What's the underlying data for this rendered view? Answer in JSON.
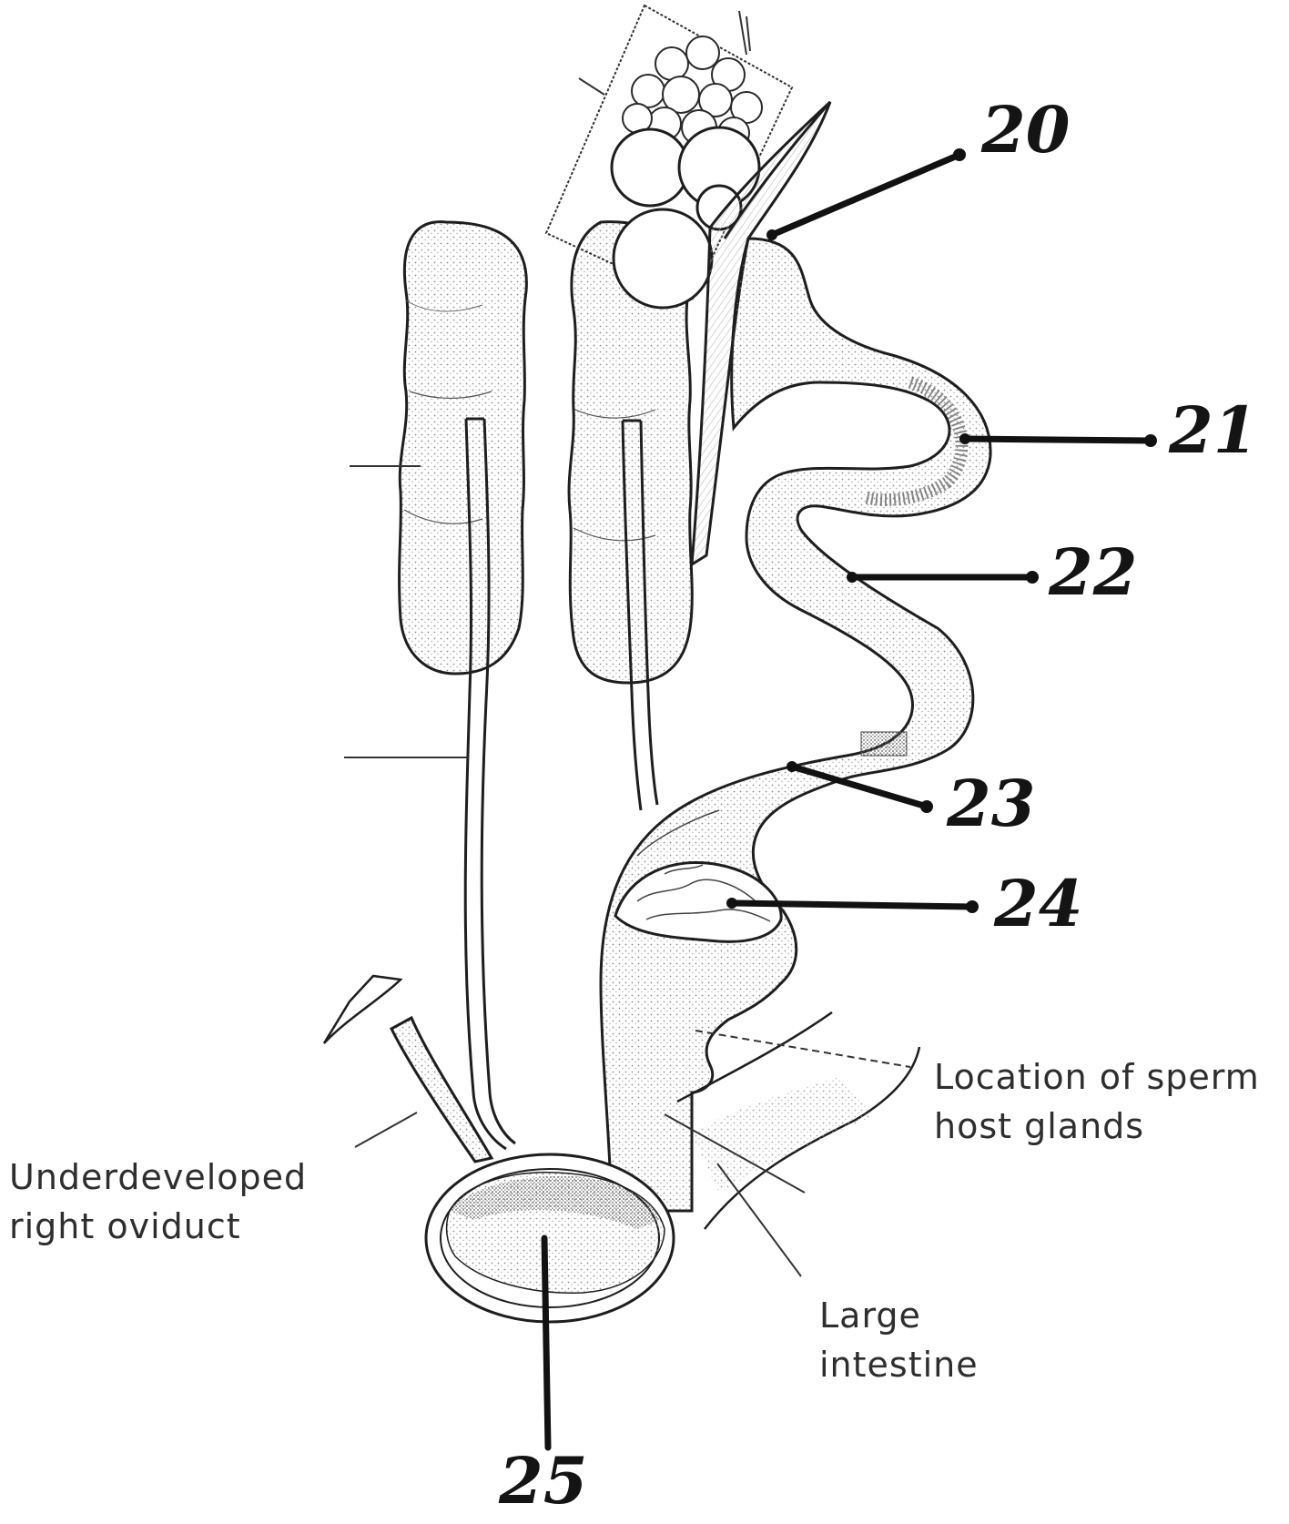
{
  "colors": {
    "ink": "#1a1a1a",
    "shade": "#9a9a9a",
    "paper": "#ffffff",
    "printed_text": "#2e2e2e"
  },
  "labels": {
    "underdeveloped_oviduct": [
      "Underdeveloped",
      "right oviduct"
    ],
    "sperm_host_glands": [
      "Location of sperm",
      "host glands"
    ],
    "large_intestine": [
      "Large",
      "intestine"
    ]
  },
  "numbers": [
    "20",
    "21",
    "22",
    "23",
    "24",
    "25"
  ]
}
